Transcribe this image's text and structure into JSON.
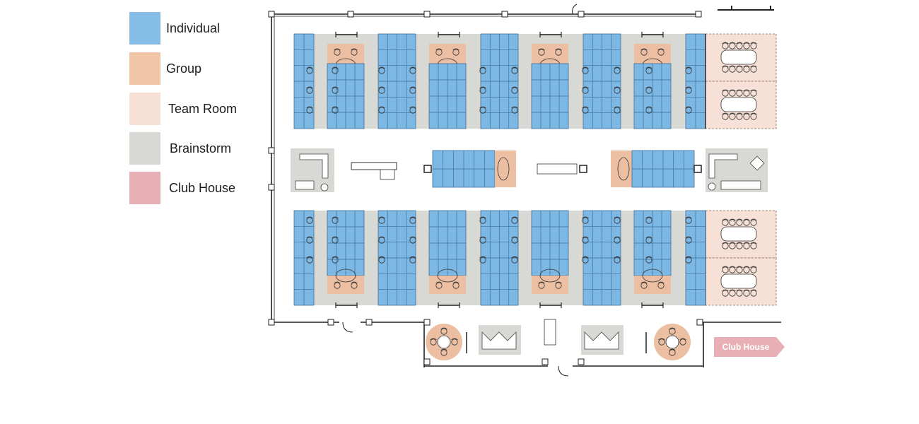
{
  "legend": {
    "items": [
      {
        "label": "Individual",
        "color": "#85bde6"
      },
      {
        "label": "Group",
        "color": "#f0c4a6"
      },
      {
        "label": "Team Room",
        "color": "#f7e0d6"
      },
      {
        "label": "Brainstorm",
        "color": "#d8d9d4"
      },
      {
        "label": "Club House",
        "color": "#e8b0b4"
      }
    ]
  },
  "plan": {
    "club_house_tag": "Club House",
    "colors": {
      "individual": "#7db8e4",
      "individual_line": "#3c6f9a",
      "group": "#ecbfa3",
      "team_room": "#f7e0d6",
      "brainstorm": "#d8d9d4",
      "club_house": "#e8b0b4",
      "wall": "#222222"
    }
  }
}
